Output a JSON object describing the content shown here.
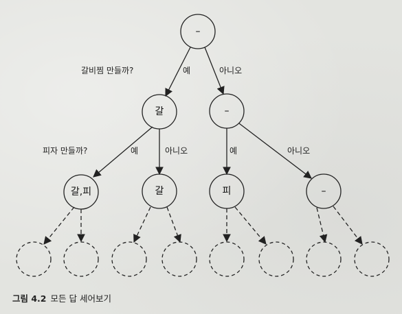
{
  "nodes": {
    "root": "–",
    "gal": "갈",
    "no": "–",
    "galpi": "갈,피",
    "gal2": "갈",
    "pi": "피",
    "none": "–"
  },
  "questions": {
    "q1": "갈비찜 만들까?",
    "q2": "피자 만들까?"
  },
  "edges": {
    "yes": "예",
    "no": "아니오"
  },
  "caption": {
    "number": "그림 4.2",
    "title": "모든 답 세어보기"
  }
}
